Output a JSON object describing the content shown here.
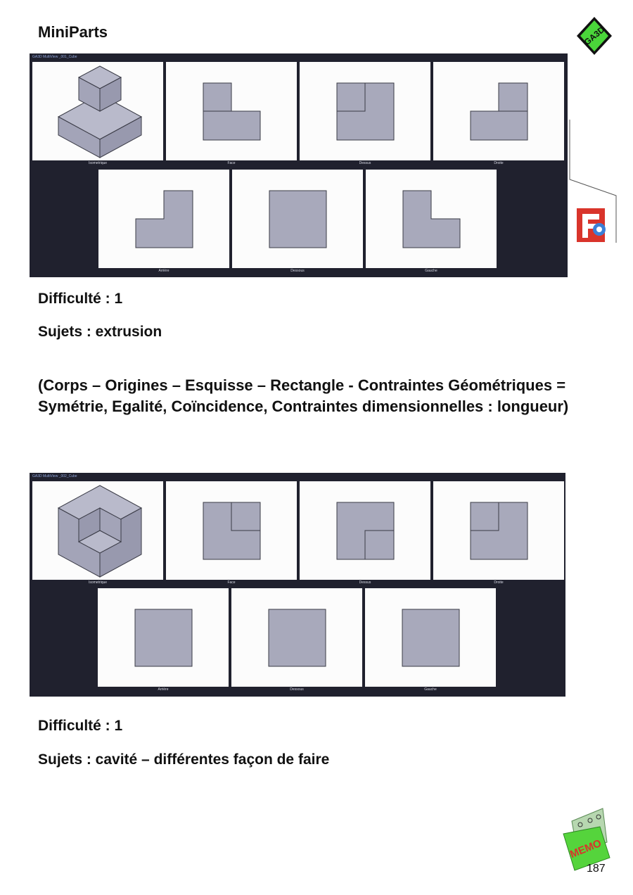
{
  "page": {
    "title": "MiniParts",
    "number": "187"
  },
  "logos": {
    "top_right": "GA3D",
    "memo": "MEMO"
  },
  "sections": [
    {
      "viewer_title": "GA3D MultiView  _001_Cube",
      "labels": [
        "Isometrique",
        "Face",
        "Dessus",
        "Droite",
        "Arrière",
        "Dessous",
        "Gauche"
      ],
      "difficulty": "Difficulté : 1",
      "subjects": "Sujets : extrusion",
      "description": "(Corps – Origines – Esquisse – Rectangle -  Contraintes Géométriques = Symétrie, Egalité, Coïncidence, Contraintes dimensionnelles : longueur)"
    },
    {
      "viewer_title": "GA3D MultiView  _002_Cube",
      "labels": [
        "Isometrique",
        "Face",
        "Dessus",
        "Droite",
        "Arrière",
        "Dessous",
        "Gauche"
      ],
      "difficulty": "Difficulté : 1",
      "subjects": "Sujets : cavité – différentes façon de faire"
    }
  ]
}
